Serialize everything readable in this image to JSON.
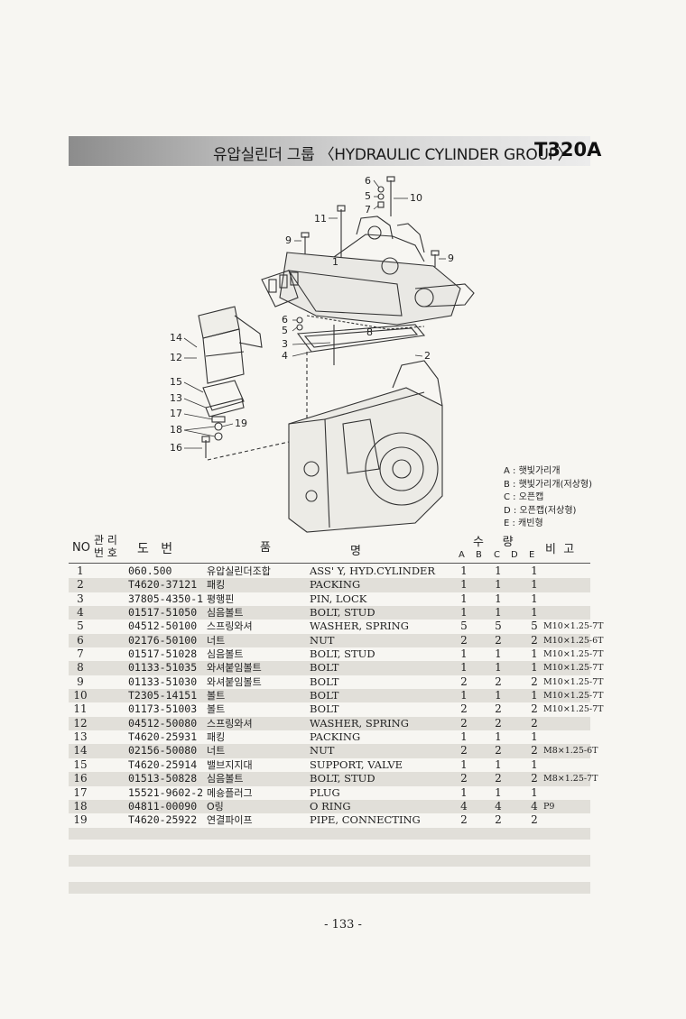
{
  "header": {
    "title": "유압실린더 그룹 〈HYDRAULIC CYLINDER GROUP〉",
    "model": "T320A"
  },
  "diagram": {
    "callouts": [
      "1",
      "2",
      "3",
      "4",
      "5",
      "6",
      "7",
      "8",
      "9",
      "10",
      "11",
      "12",
      "13",
      "14",
      "15",
      "16",
      "17",
      "18",
      "19"
    ]
  },
  "legend": [
    "A : 햇빛가리개",
    "B : 햇빛가리개(저상형)",
    "C : 오픈캡",
    "D : 오픈캡(저상형)",
    "E : 캐빈형"
  ],
  "table": {
    "headers": {
      "no": "NO",
      "mgmt1": "관 리",
      "mgmt2": "번 호",
      "drawing": "도   번",
      "name1": "품",
      "name2": "명",
      "qty": "수     량",
      "cols": [
        "A",
        "B",
        "C",
        "D",
        "E"
      ],
      "remarks": "비  고"
    },
    "rows": [
      {
        "no": "1",
        "part": "060.500",
        "kr": "유압실린더조합",
        "en": "ASS' Y, HYD.CYLINDER",
        "a": "1",
        "c": "1",
        "e": "1",
        "remark": ""
      },
      {
        "no": "2",
        "part": "T4620-37121",
        "kr": "패킹",
        "en": "PACKING",
        "a": "1",
        "c": "1",
        "e": "1",
        "remark": ""
      },
      {
        "no": "3",
        "part": "37805-4350-1",
        "kr": "평행핀",
        "en": "PIN, LOCK",
        "a": "1",
        "c": "1",
        "e": "1",
        "remark": ""
      },
      {
        "no": "4",
        "part": "01517-51050",
        "kr": "심음볼트",
        "en": "BOLT, STUD",
        "a": "1",
        "c": "1",
        "e": "1",
        "remark": ""
      },
      {
        "no": "5",
        "part": "04512-50100",
        "kr": "스프링와셔",
        "en": "WASHER, SPRING",
        "a": "5",
        "c": "5",
        "e": "5",
        "remark": "M10×1.25-7T"
      },
      {
        "no": "6",
        "part": "02176-50100",
        "kr": "너트",
        "en": "NUT",
        "a": "2",
        "c": "2",
        "e": "2",
        "remark": "M10×1.25-6T"
      },
      {
        "no": "7",
        "part": "01517-51028",
        "kr": "심음볼트",
        "en": "BOLT, STUD",
        "a": "1",
        "c": "1",
        "e": "1",
        "remark": "M10×1.25-7T"
      },
      {
        "no": "8",
        "part": "01133-51035",
        "kr": "와셔붙임볼트",
        "en": "BOLT",
        "a": "1",
        "c": "1",
        "e": "1",
        "remark": "M10×1.25-7T"
      },
      {
        "no": "9",
        "part": "01133-51030",
        "kr": "와셔붙임볼트",
        "en": "BOLT",
        "a": "2",
        "c": "2",
        "e": "2",
        "remark": "M10×1.25-7T"
      },
      {
        "no": "10",
        "part": "T2305-14151",
        "kr": "볼트",
        "en": "BOLT",
        "a": "1",
        "c": "1",
        "e": "1",
        "remark": "M10×1.25-7T"
      },
      {
        "no": "11",
        "part": "01173-51003",
        "kr": "볼트",
        "en": "BOLT",
        "a": "2",
        "c": "2",
        "e": "2",
        "remark": "M10×1.25-7T"
      },
      {
        "no": "12",
        "part": "04512-50080",
        "kr": "스프링와셔",
        "en": "WASHER, SPRING",
        "a": "2",
        "c": "2",
        "e": "2",
        "remark": ""
      },
      {
        "no": "13",
        "part": "T4620-25931",
        "kr": "패킹",
        "en": "PACKING",
        "a": "1",
        "c": "1",
        "e": "1",
        "remark": ""
      },
      {
        "no": "14",
        "part": "02156-50080",
        "kr": "너트",
        "en": "NUT",
        "a": "2",
        "c": "2",
        "e": "2",
        "remark": "M8×1.25-6T"
      },
      {
        "no": "15",
        "part": "T4620-25914",
        "kr": "밸브지지대",
        "en": "SUPPORT, VALVE",
        "a": "1",
        "c": "1",
        "e": "1",
        "remark": ""
      },
      {
        "no": "16",
        "part": "01513-50828",
        "kr": "심음볼트",
        "en": "BOLT, STUD",
        "a": "2",
        "c": "2",
        "e": "2",
        "remark": "M8×1.25-7T"
      },
      {
        "no": "17",
        "part": "15521-9602-2",
        "kr": "메숑플러그",
        "en": "PLUG",
        "a": "1",
        "c": "1",
        "e": "1",
        "remark": ""
      },
      {
        "no": "18",
        "part": "04811-00090",
        "kr": "O링",
        "en": "O RING",
        "a": "4",
        "c": "4",
        "e": "4",
        "remark": "P9"
      },
      {
        "no": "19",
        "part": "T4620-25922",
        "kr": "연결파이프",
        "en": "PIPE, CONNECTING",
        "a": "2",
        "c": "2",
        "e": "2",
        "remark": ""
      }
    ]
  },
  "footer": {
    "page": "- 133 -"
  }
}
